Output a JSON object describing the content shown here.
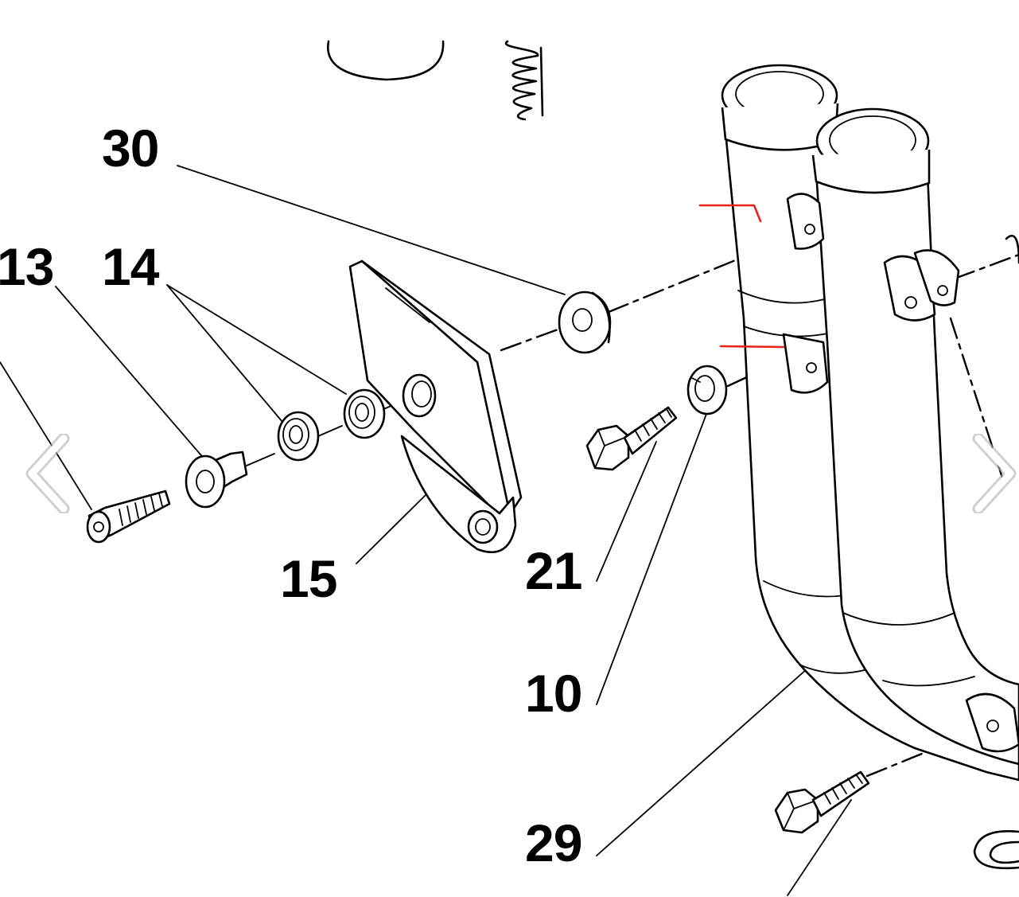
{
  "diagram": {
    "callouts": [
      {
        "id": "30",
        "label": "30"
      },
      {
        "id": "13",
        "label": "13"
      },
      {
        "id": "14",
        "label": "14"
      },
      {
        "id": "15",
        "label": "15"
      },
      {
        "id": "21",
        "label": "21"
      },
      {
        "id": "10",
        "label": "10"
      },
      {
        "id": "29",
        "label": "29"
      }
    ]
  },
  "viewer": {
    "prev_icon": "chevron-left-icon",
    "next_icon": "chevron-right-icon"
  },
  "colors": {
    "annotation_marks": "#e8221b",
    "nav_arrow": "#ffffff",
    "line_art": "#000000"
  }
}
